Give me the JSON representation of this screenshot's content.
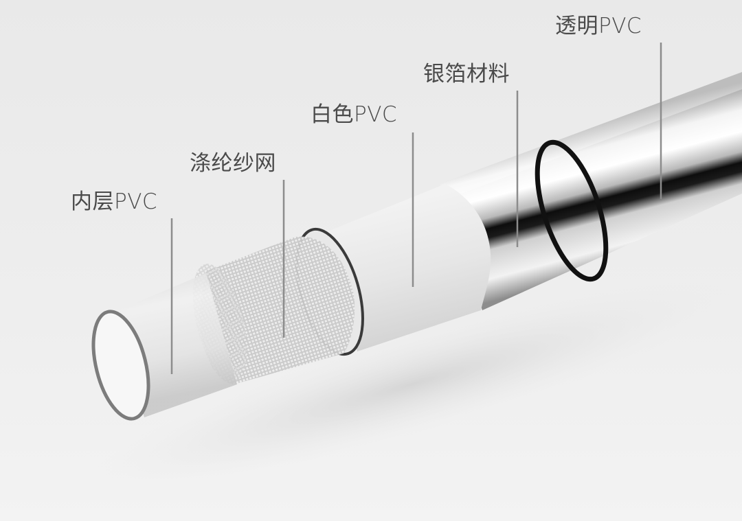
{
  "colors": {
    "background": "#ececec",
    "label_text": "#4a4a4a",
    "leader_line": "#8c8c8c",
    "outer_ring": "#111111",
    "white_pvc": "#e4e4e4",
    "silver": "#c9c9c9"
  },
  "layers": [
    {
      "id": "inner-pvc",
      "label": "内层PVC",
      "icon": "clear-tube-core"
    },
    {
      "id": "polyester-mesh",
      "label": "涤纶纱网",
      "icon": "mesh-sleeve"
    },
    {
      "id": "white-pvc",
      "label": "白色PVC",
      "icon": "white-sleeve"
    },
    {
      "id": "silver-foil",
      "label": "银箔材料",
      "icon": "chrome-wrap"
    },
    {
      "id": "clear-pvc",
      "label": "透明PVC",
      "icon": "outer-jacket"
    }
  ]
}
